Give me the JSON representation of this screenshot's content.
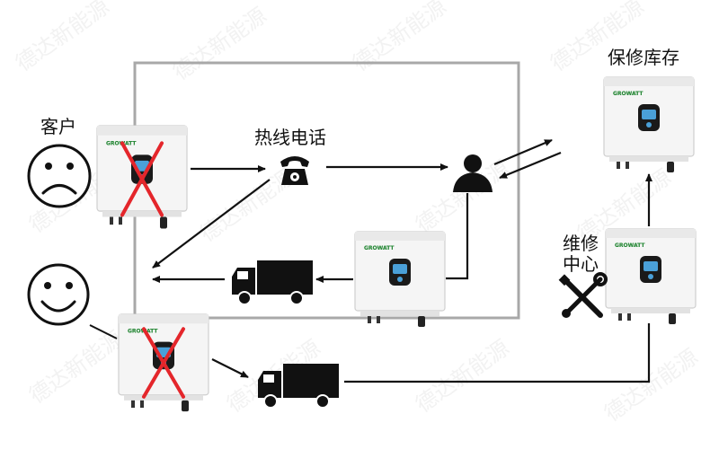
{
  "labels": {
    "customer": "客户",
    "hotline": "热线电话",
    "warehouse": "保修库存",
    "repair_line1": "维修",
    "repair_line2": "中心"
  },
  "device_brand": "GROWATT",
  "watermark_text": "德达新能源",
  "colors": {
    "arrow": "#111111",
    "frame": "#a8a8a8",
    "cross": "#e4262b",
    "screen": "#4aa0d8",
    "device_body": "#f4f4f4"
  },
  "icons": [
    "sad-face-icon",
    "happy-face-icon",
    "telephone-icon",
    "agent-person-icon",
    "truck-icon",
    "tools-icon"
  ]
}
